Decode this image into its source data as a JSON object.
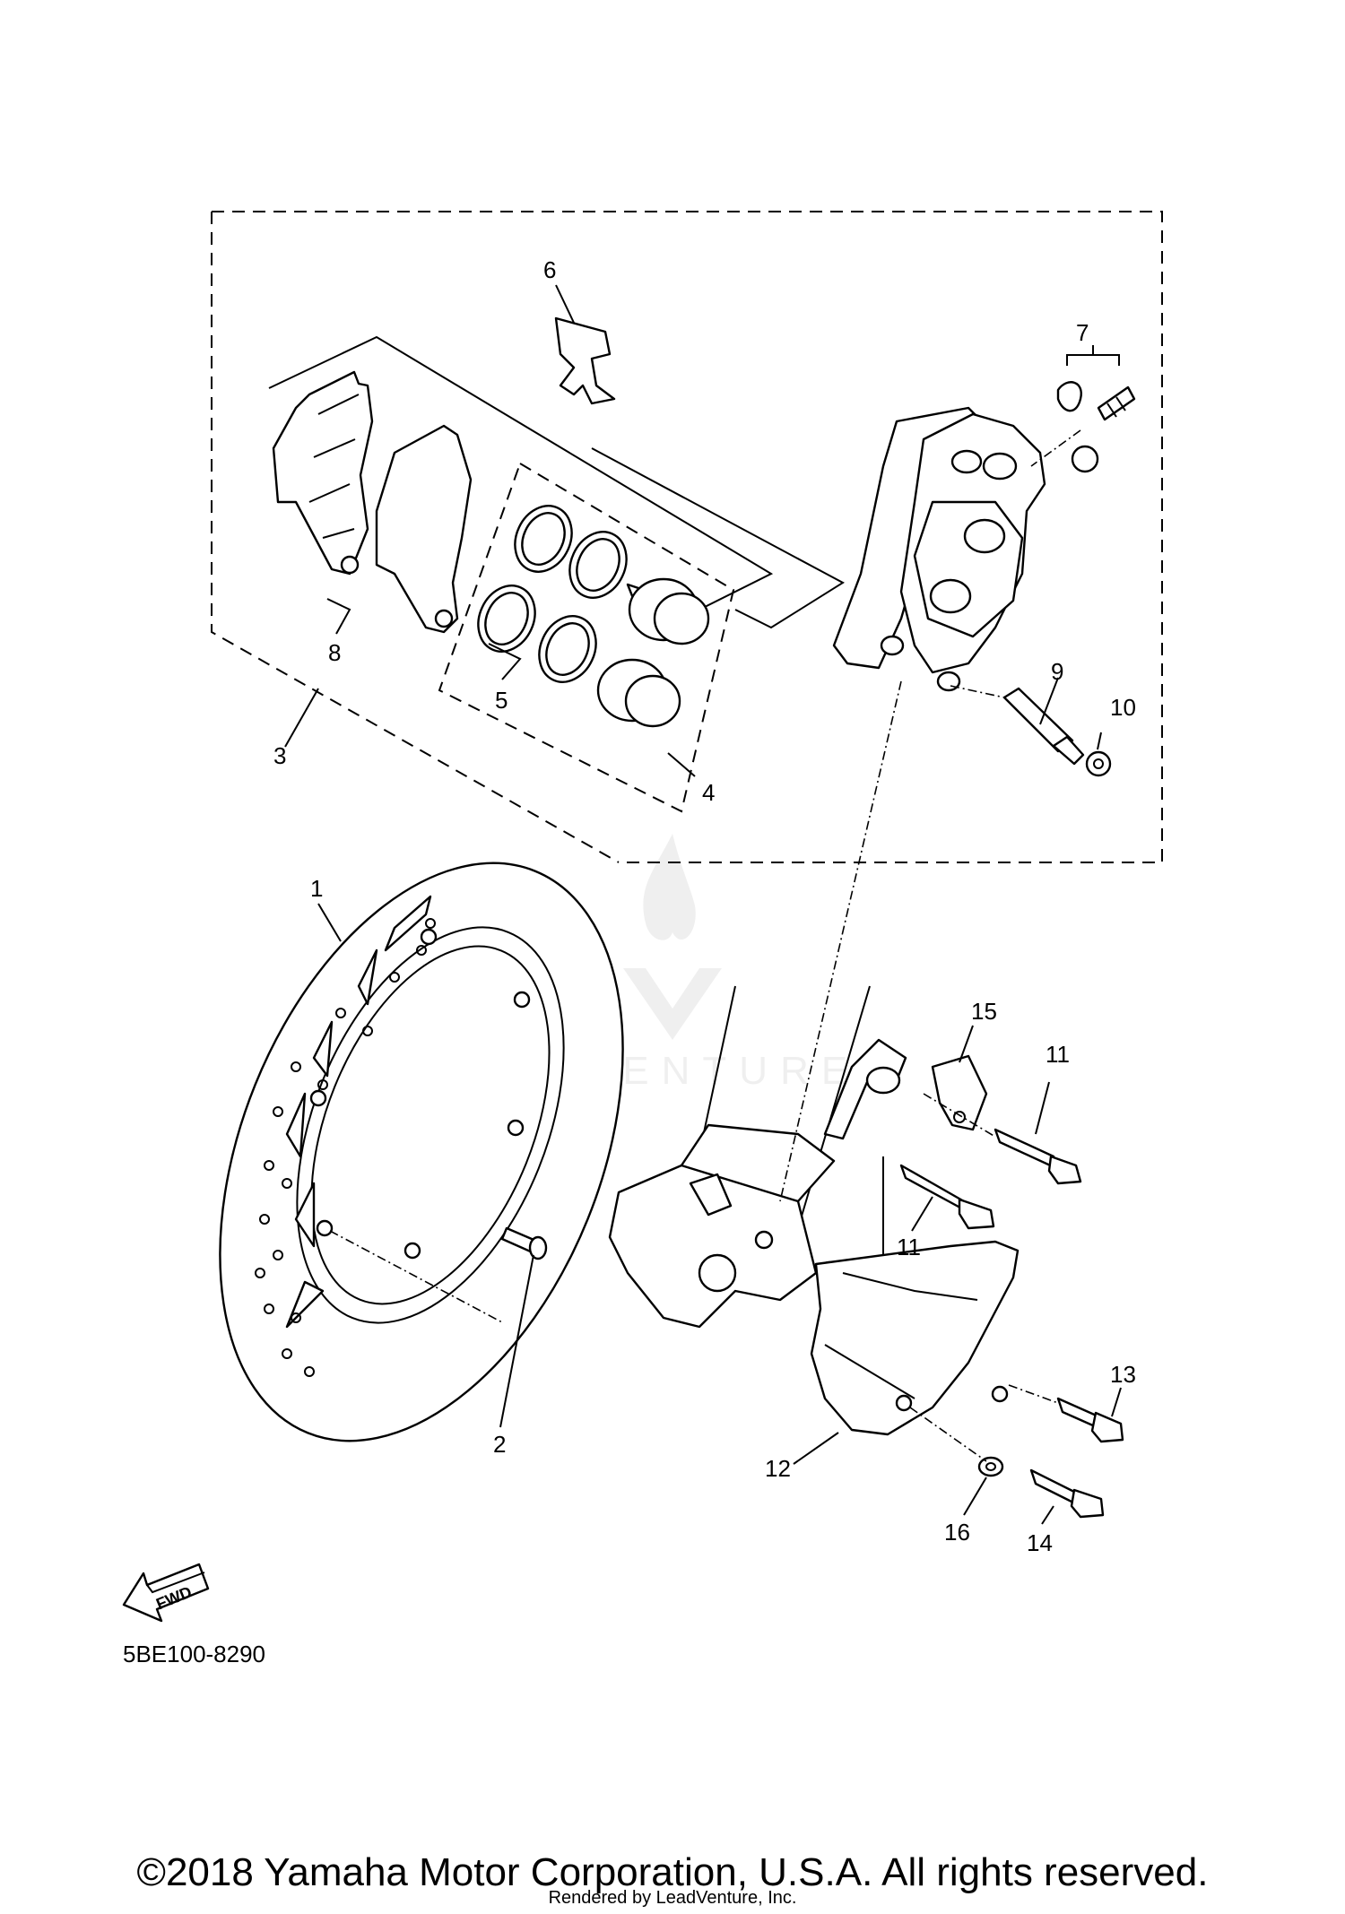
{
  "diagram": {
    "code": "5BE100-8290",
    "fwd_label": "FWD",
    "callouts": [
      "1",
      "2",
      "3",
      "4",
      "5",
      "6",
      "7",
      "8",
      "9",
      "10",
      "11",
      "11",
      "12",
      "13",
      "14",
      "15",
      "16"
    ]
  },
  "footer": {
    "copyright": "©2018 Yamaha Motor Corporation, U.S.A. All rights reserved.",
    "rendered_by": "Rendered by LeadVenture, Inc."
  },
  "watermark": {
    "text": "LEADVENTURE"
  }
}
